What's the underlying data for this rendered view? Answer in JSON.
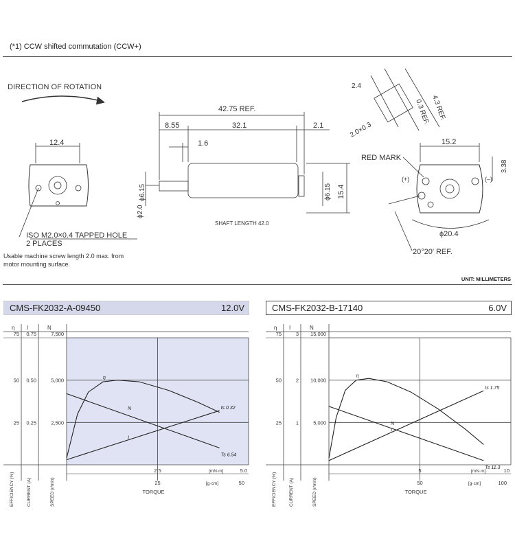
{
  "note": "(*1) CCW shifted commutation (CCW+)",
  "unit_label": "UNIT: MILLIMETERS",
  "drawing": {
    "direction_label": "DIRECTION OF ROTATION",
    "dim_12_4": "12.4",
    "dim_42_75": "42.75 REF.",
    "dim_8_55": "8.55",
    "dim_32_1": "32.1",
    "dim_2_1": "2.1",
    "dim_1_6": "1.6",
    "dim_phi6_15": "ϕ6.15",
    "dim_phi2_0": "ϕ2.0",
    "dim_phi6_15_right": "ϕ6.15",
    "dim_15_4": "15.4",
    "shaft_length": "SHAFT LENGTH  42.0",
    "tapped_hole_1": "ISO M2.0×0.4 TAPPED HOLE",
    "tapped_hole_2": "2 PLACES",
    "screw_note_1": "Usable machine screw length 2.0 max. from",
    "screw_note_2": "motor mounting surface.",
    "dim_2_4": "2.4",
    "dim_2_0x0_3": "2.0×0.3",
    "dim_0_3_ref": "0.3 REF.",
    "dim_4_3_ref": "4.3 REF.",
    "dim_15_2": "15.2",
    "red_mark": "RED MARK",
    "dim_3_38": "3.38",
    "plus": "(+)",
    "minus": "(–)",
    "dim_phi20_4": "ϕ20.4",
    "angle_ref": "20°20′ REF."
  },
  "chart_data": [
    {
      "type": "line",
      "model": "CMS-FK2032-A-09450",
      "voltage": "12.0V",
      "col_headers": [
        "η",
        "I",
        "N"
      ],
      "eff_ticks": [
        "75",
        "50",
        "25"
      ],
      "cur_ticks": [
        "0.75",
        "0.50",
        "0.25"
      ],
      "speed_ticks": [
        "7,500",
        "5,000",
        "2,500"
      ],
      "eff_label": "EFFICIENCY (%)",
      "cur_label": "CURRENT (A)",
      "speed_label": "SPEED (r/min)",
      "x_ticks_mNm": [
        "2.5",
        "5.0"
      ],
      "x_ticks_gcm": [
        "25",
        "50"
      ],
      "x_unit_mNm": "[mN·m]",
      "x_unit_gcm": "[g·cm]",
      "xlabel": "TORQUE",
      "xlim": [
        0,
        5
      ],
      "series": [
        {
          "name": "η",
          "x": [
            0,
            0.3,
            0.6,
            1.0,
            1.4,
            2.0,
            2.8,
            3.6,
            4.2
          ],
          "y": [
            4,
            30,
            43,
            49,
            50,
            49,
            44,
            37,
            31
          ]
        },
        {
          "name": "N",
          "x": [
            0,
            4.2
          ],
          "y": [
            4200,
            1000
          ]
        },
        {
          "name": "I",
          "x": [
            0,
            4.2
          ],
          "y": [
            0.03,
            0.32
          ]
        }
      ],
      "annotations": {
        "is": "Is 0.32",
        "ts": "Ts 6.54"
      },
      "shaded": true
    },
    {
      "type": "line",
      "model": "CMS-FK2032-B-17140",
      "voltage": "6.0V",
      "col_headers": [
        "η",
        "I",
        "N"
      ],
      "eff_ticks": [
        "75",
        "50",
        "25"
      ],
      "cur_ticks": [
        "3",
        "2",
        "1"
      ],
      "speed_ticks": [
        "15,000",
        "10,000",
        "5,000"
      ],
      "eff_label": "EFFICIENCY (%)",
      "cur_label": "CURRENT (A)",
      "speed_label": "SPEED (r/min)",
      "x_ticks_mNm": [
        "5",
        "10"
      ],
      "x_ticks_gcm": [
        "50",
        "100"
      ],
      "x_unit_mNm": "[mN·m]",
      "x_unit_gcm": "[g·cm]",
      "xlabel": "TORQUE",
      "xlim": [
        0,
        10
      ],
      "series": [
        {
          "name": "η",
          "x": [
            0,
            0.4,
            0.9,
            1.5,
            2.2,
            3.2,
            4.5,
            6.0,
            7.5,
            8.5
          ],
          "y": [
            4,
            28,
            44,
            50,
            51,
            49,
            43,
            33,
            21,
            12
          ]
        },
        {
          "name": "N",
          "x": [
            0,
            8.5
          ],
          "y": [
            6900,
            500
          ]
        },
        {
          "name": "I",
          "x": [
            0,
            8.5
          ],
          "y": [
            0.1,
            1.75
          ]
        }
      ],
      "annotations": {
        "is": "Is 1.75",
        "ts": "Ts 11.3"
      },
      "shaded": false
    }
  ]
}
